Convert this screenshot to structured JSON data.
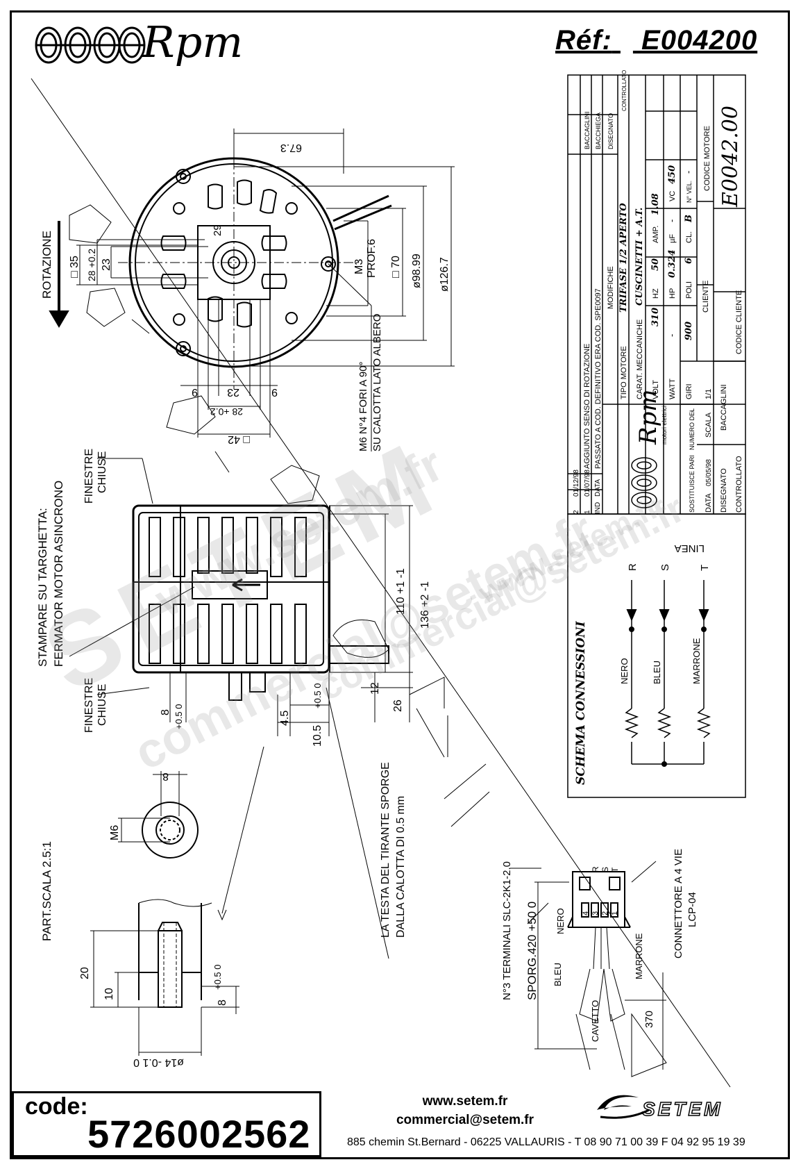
{
  "header": {
    "brand": "Rpm",
    "ref_label": "Réf:",
    "ref_value": "E004200"
  },
  "rotation_label": "ROTAZIONE",
  "dimensions": {
    "d67_3": "67.3",
    "d29": "29",
    "m3": "M3",
    "prof6": "PROF.6",
    "q70": "□ 70",
    "phi98": "ø98.99",
    "phi126": "ø126.7",
    "q35": "□ 35",
    "d28_tol": "28 +0.2",
    "d23_v": "23",
    "d9_l": "9",
    "d23_h": "23",
    "d9_r": "9",
    "d28_b": "28 +0.2",
    "q42": "□ 42",
    "m6_holes": "M6 N°4 FORI A 90°",
    "su_calotta": "SU CALOTTA LATO ALBERO",
    "d110": "110 +1 -1",
    "d136": "136 +2 -1",
    "d12": "12",
    "d26": "26",
    "d8": "8",
    "tol05": "+0.5 0",
    "d4_5": "4.5",
    "d10_5": "10.5",
    "tol05b": "+0.5 0",
    "d8_s": "8",
    "m6": "M6",
    "d20": "20",
    "d10": "10",
    "d8_p": "8",
    "tol_p": "+0.5 0",
    "phi14": "ø14 -0.1 0",
    "sporg": "SPORG.420 +50 0",
    "d370": "370"
  },
  "notes": {
    "finestre_top_1": "FINESTRE",
    "finestre_top_2": "CHIUSE",
    "stampare_1": "STAMPARE SU TARGHETTA:",
    "stampare_2": "FERMATOR MOTOR ASINCRONO",
    "finestre_bot_1": "FINESTRE",
    "finestre_bot_2": "CHIUSE",
    "part_scala": "PART.SCALA 2.5:1",
    "testa_1": "LA TESTA DEL TIRANTE SPORGE",
    "testa_2": "DALLA CALOTTA DI 0.5 mm",
    "terminali": "N°3 TERMINALI SLC-2K1-2.0",
    "connettore_1": "CONNETTORE A 4 VIE",
    "connettore_2": "LCP-04",
    "nero": "NERO",
    "bleu": "BLEU",
    "marrone": "MARRONE",
    "cavetto": "CAVETTO",
    "rst": [
      "R",
      "S",
      "T"
    ],
    "pins": [
      "4",
      "3",
      "2",
      "1"
    ]
  },
  "schema": {
    "title": "SCHEMA CONNESSIONI",
    "linea": "LINEA",
    "phases": [
      "R",
      "S",
      "T"
    ],
    "wires": [
      "NERO",
      "BLEU",
      "MARRONE"
    ]
  },
  "title_block": {
    "rev2_ind": "2",
    "rev2_date": "01/12/98",
    "rev2_text": "AGGIUNTO SENSO DI ROTAZIONE",
    "rev2_by": "BACCAGLINI",
    "rev1_ind": "1",
    "rev1_date": "01/07/98",
    "rev1_text": "PASSATO A COD. DEFINITIVO ERA COD. SPE0097",
    "rev1_by": "BACCHIEGA",
    "ind_h": "IND",
    "data_h": "DATA",
    "modifiche": "MODIFICHE",
    "disegnato_h": "DISEGNATO",
    "controllato_h": "CONTROLLATO",
    "rpm_sub": "motori elettrici",
    "tipo_motore_l": "TIPO MOTORE",
    "tipo_motore_v": "TRIFASE 1/2 APERTO",
    "carat_l": "CARAT. MECCANICHE",
    "carat_v": "CUSCINETTI + A.T.",
    "volt_l": "VOLT",
    "volt_v": "310",
    "hz_l": "HZ",
    "hz_v": "50",
    "amp_l": "AMP.",
    "amp_v": "1.08",
    "watt_l": "WATT",
    "watt_v": "-",
    "hp_l": "HP",
    "hp_v": "0.324",
    "uf_l": "µF",
    "uf_v": "-",
    "vc_l": "VC",
    "vc_v": "450",
    "giri_l": "GIRI",
    "giri_v": "900",
    "poli_l": "POLI",
    "poli_v": "6",
    "cl_l": "CL.",
    "cl_v": "B",
    "nvel_l": "N° VEL.",
    "nvel_v": "-",
    "sostituisce_l": "SOSTITUISCE PARI",
    "numero_l": "NUMERO DEL",
    "numero_v": "-",
    "cliente_l": "CLIENTE",
    "data_l": "DATA",
    "data_v": "05/05/98",
    "scala_l": "SCALA",
    "scala_v": "1/1",
    "codice_motore_l": "CODICE MOTORE",
    "codice_motore_v": "E0042.00",
    "disegnato_l": "DISEGNATO",
    "disegnato_v": "BACCAGLINI",
    "controllato_l": "CONTROLLATO",
    "codice_cliente_l": "CODICE CLIENTE"
  },
  "watermark": {
    "w1": "www.setem.fr",
    "w2": "SETEM",
    "w3": "commercial@setem.fr",
    "w4": "www.setem.fr",
    "w5": "commercial@setem.fr"
  },
  "footer": {
    "code_label": "code:",
    "code_value": "5726002562",
    "web": "www.setem.fr",
    "email": "commercial@setem.fr",
    "address": "885 chemin St.Bernard  -  06225 VALLAURIS  -  T 08 90 71 00 39   F 04 92 95 19 39",
    "setem_logo": "SETEM"
  }
}
